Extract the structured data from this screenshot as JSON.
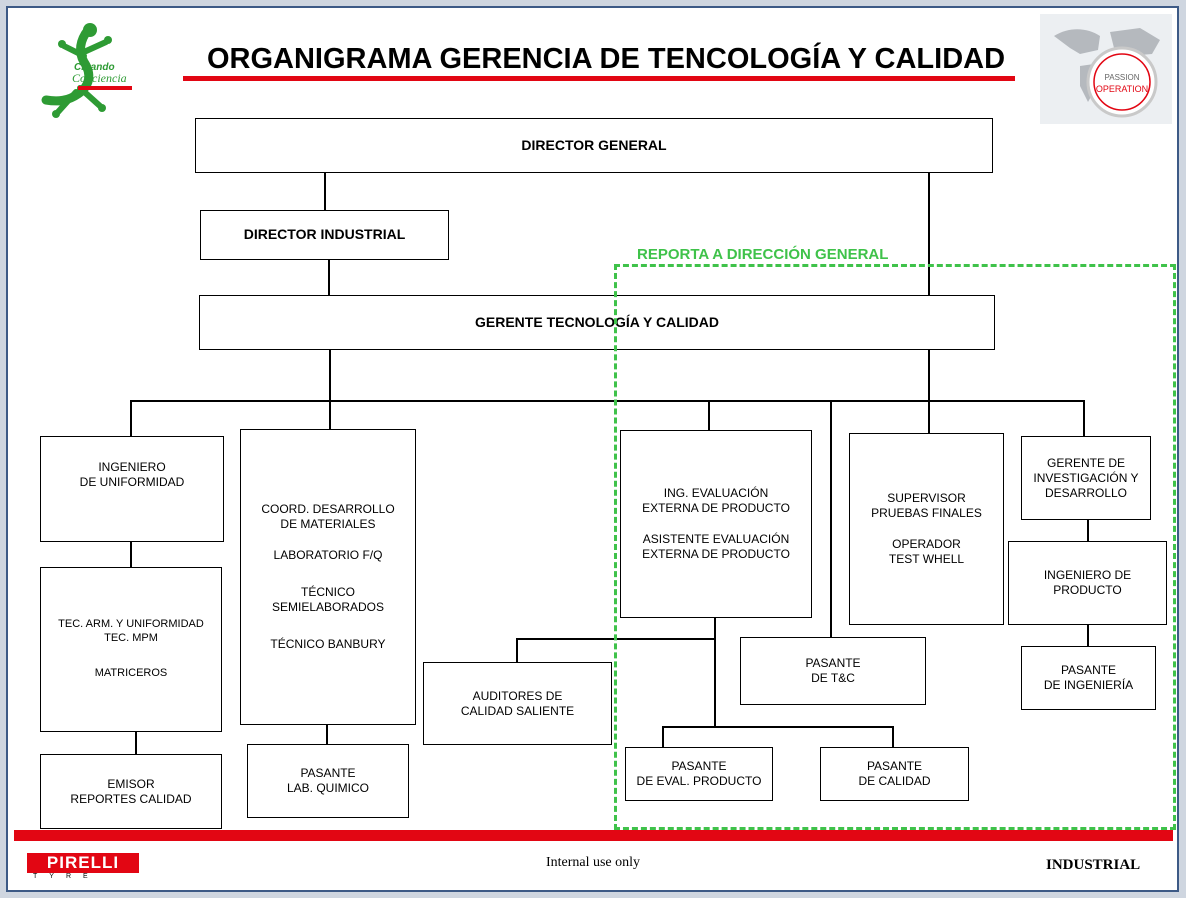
{
  "title": "ORGANIGRAMA GERENCIA DE TENCOLOGÍA Y CALIDAD",
  "dashed_region_label": "REPORTA A DIRECCIÓN GENERAL",
  "logos": {
    "left_line1": "Creando",
    "left_line2": "Conciencia",
    "right_line1": "PASSION",
    "right_line2": "OPERATION",
    "pirelli": "PIRELLI",
    "pirelli_sub": "TYRE"
  },
  "boxes": {
    "director_general": [
      "DIRECTOR GENERAL"
    ],
    "director_industrial": [
      "DIRECTOR INDUSTRIAL"
    ],
    "gerente": [
      "GERENTE TECNOLOGÍA Y CALIDAD"
    ],
    "ing_uniformidad": [
      "INGENIERO",
      "DE UNIFORMIDAD"
    ],
    "tec_arm": [
      "TEC. ARM. Y UNIFORMIDAD",
      "TEC. MPM",
      "MATRICEROS"
    ],
    "emisor": [
      "EMISOR",
      "REPORTES  CALIDAD"
    ],
    "coord": [
      "COORD. DESARROLLO",
      "DE MATERIALES",
      "LABORATORIO F/Q",
      "TÉCNICO",
      "SEMIELABORADOS",
      "TÉCNICO BANBURY"
    ],
    "pasante_lab": [
      "PASANTE",
      "LAB. QUIMICO"
    ],
    "auditores": [
      "AUDITORES DE",
      "CALIDAD SALIENTE"
    ],
    "ing_eval": [
      "ING. EVALUACIÓN",
      "EXTERNA DE PRODUCTO",
      "ASISTENTE EVALUACIÓN",
      "EXTERNA DE PRODUCTO"
    ],
    "pasante_eval": [
      "PASANTE",
      "DE EVAL.  PRODUCTO"
    ],
    "pasante_calidad": [
      "PASANTE",
      "DE CALIDAD"
    ],
    "pasante_tc": [
      "PASANTE",
      "DE  T&C"
    ],
    "supervisor": [
      "SUPERVISOR",
      "PRUEBAS FINALES",
      "OPERADOR",
      "TEST WHELL"
    ],
    "gerente_id": [
      "GERENTE DE",
      "INVESTIGACIÓN Y",
      "DESARROLLO"
    ],
    "ing_producto": [
      "INGENIERO DE",
      "PRODUCTO"
    ],
    "pasante_ing": [
      "PASANTE",
      "DE INGENIERÍA"
    ]
  },
  "footer": {
    "center": "Internal use only",
    "right": "INDUSTRIAL"
  },
  "colors": {
    "accent_red": "#e20613",
    "dashed_green": "#3fc24a",
    "frame_blue": "#3d5a86"
  }
}
